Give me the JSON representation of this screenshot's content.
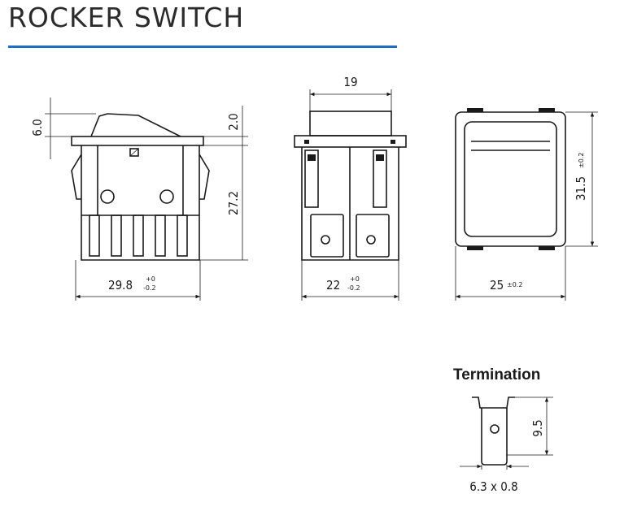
{
  "header": {
    "title": "ROCKER SWITCH",
    "rule_color": "#1f6fc5"
  },
  "side_view": {
    "rocker_height": "6.0",
    "rocker_offset": "2.0",
    "body_height": "27.2",
    "width_main": "29.8",
    "width_tol_plus": "+0",
    "width_tol_minus": "-0.2"
  },
  "front_view": {
    "top_width": "19",
    "width_main": "22",
    "width_tol_plus": "+0",
    "width_tol_minus": "-0.2"
  },
  "top_view": {
    "height_main": "31.5",
    "height_tol": "±0.2",
    "width_main": "25",
    "width_tol": "±0.2"
  },
  "termination": {
    "title": "Termination",
    "length": "9.5",
    "size": "6.3 x 0.8"
  }
}
